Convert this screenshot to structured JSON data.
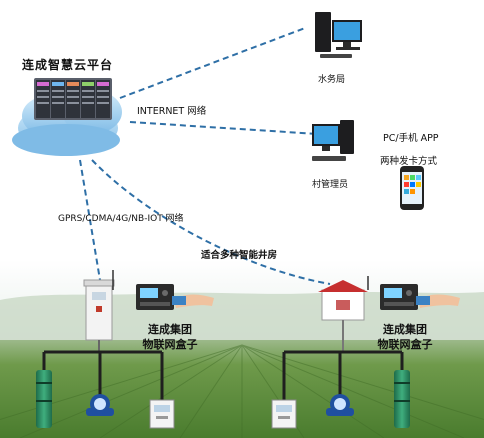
{
  "platform": {
    "title": "连成智慧云平台"
  },
  "nodes": {
    "water_bureau": "水务局",
    "village_admin": "村管理员",
    "pc_app": "PC/手机 APP",
    "two_ways": "两种发卡方式"
  },
  "links": {
    "internet": "INTERNET 网络",
    "wireless": "GPRS/CDMA/4G/NB-IOT 网络",
    "well_rooms": "适合多种智能井房"
  },
  "iot_box": {
    "left_line1": "连成集团",
    "left_line2": "物联网盒子",
    "right_line1": "连成集团",
    "right_line2": "物联网盒子"
  },
  "colors": {
    "dashed_link": "#2e6fa6",
    "cloud": "#a9d3f2",
    "field_green": "#5c8f3a",
    "pipe": "#1f1f1f"
  }
}
